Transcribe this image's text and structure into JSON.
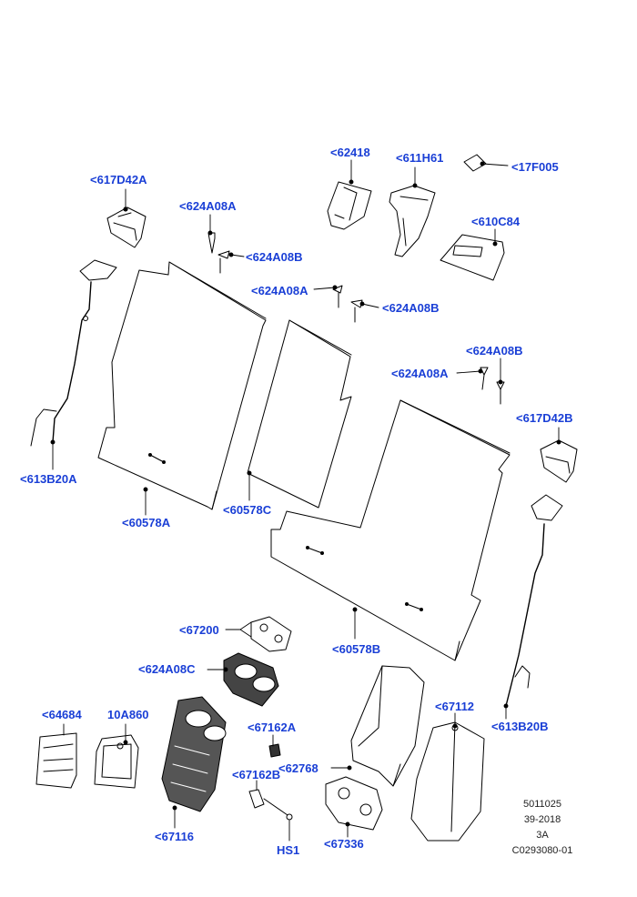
{
  "labels": {
    "p62418": "<62418",
    "p611H61": "<611H61",
    "p17F005": "<17F005",
    "p617D42A": "<617D42A",
    "p624A08A_1": "<624A08A",
    "p610C84": "<610C84",
    "p624A08B_1": "<624A08B",
    "p624A08A_2": "<624A08A",
    "p624A08B_2": "<624A08B",
    "p624A08B_3": "<624A08B",
    "p624A08A_3": "<624A08A",
    "p617D42B": "<617D42B",
    "p613B20A": "<613B20A",
    "p60578A": "<60578A",
    "p60578C": "<60578C",
    "p60578B": "<60578B",
    "p67200": "<67200",
    "p624A08C": "<624A08C",
    "p64684": "<64684",
    "p10A860": "10A860",
    "p67162A": "<67162A",
    "p67112": "<67112",
    "p613B20B": "<613B20B",
    "p62768": "<62768",
    "p67162B": "<67162B",
    "p67116": "<67116",
    "pHS1": "HS1",
    "p67336": "<67336"
  },
  "reference": {
    "line1": "5011025",
    "line2": "39-2018",
    "line3": "3A",
    "line4": "C0293080-01"
  },
  "colors": {
    "label": "#1a3fd6",
    "line": "#000000"
  }
}
